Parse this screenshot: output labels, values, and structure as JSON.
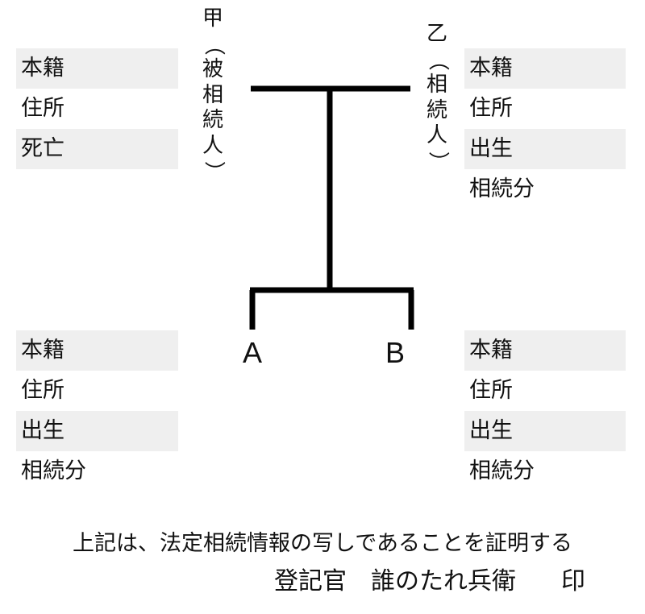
{
  "deceased": {
    "name": "甲",
    "role_chars": [
      "（",
      "被",
      "相",
      "続",
      "人",
      "）"
    ],
    "fields": [
      "本籍",
      "住所",
      "死亡"
    ]
  },
  "spouse": {
    "name": "乙",
    "role_chars": [
      "（",
      "相",
      "続",
      "人",
      "）"
    ],
    "fields": [
      "本籍",
      "住所",
      "出生",
      "相続分"
    ]
  },
  "heir_a": {
    "name": "A",
    "fields": [
      "本籍",
      "住所",
      "出生",
      "相続分"
    ]
  },
  "heir_b": {
    "name": "B",
    "fields": [
      "本籍",
      "住所",
      "出生",
      "相続分"
    ]
  },
  "certification": {
    "statement": "上記は、法定相続情報の写しであることを証明する",
    "title": "登記官",
    "registrar_name": "誰のたれ兵衛",
    "seal": "印"
  }
}
